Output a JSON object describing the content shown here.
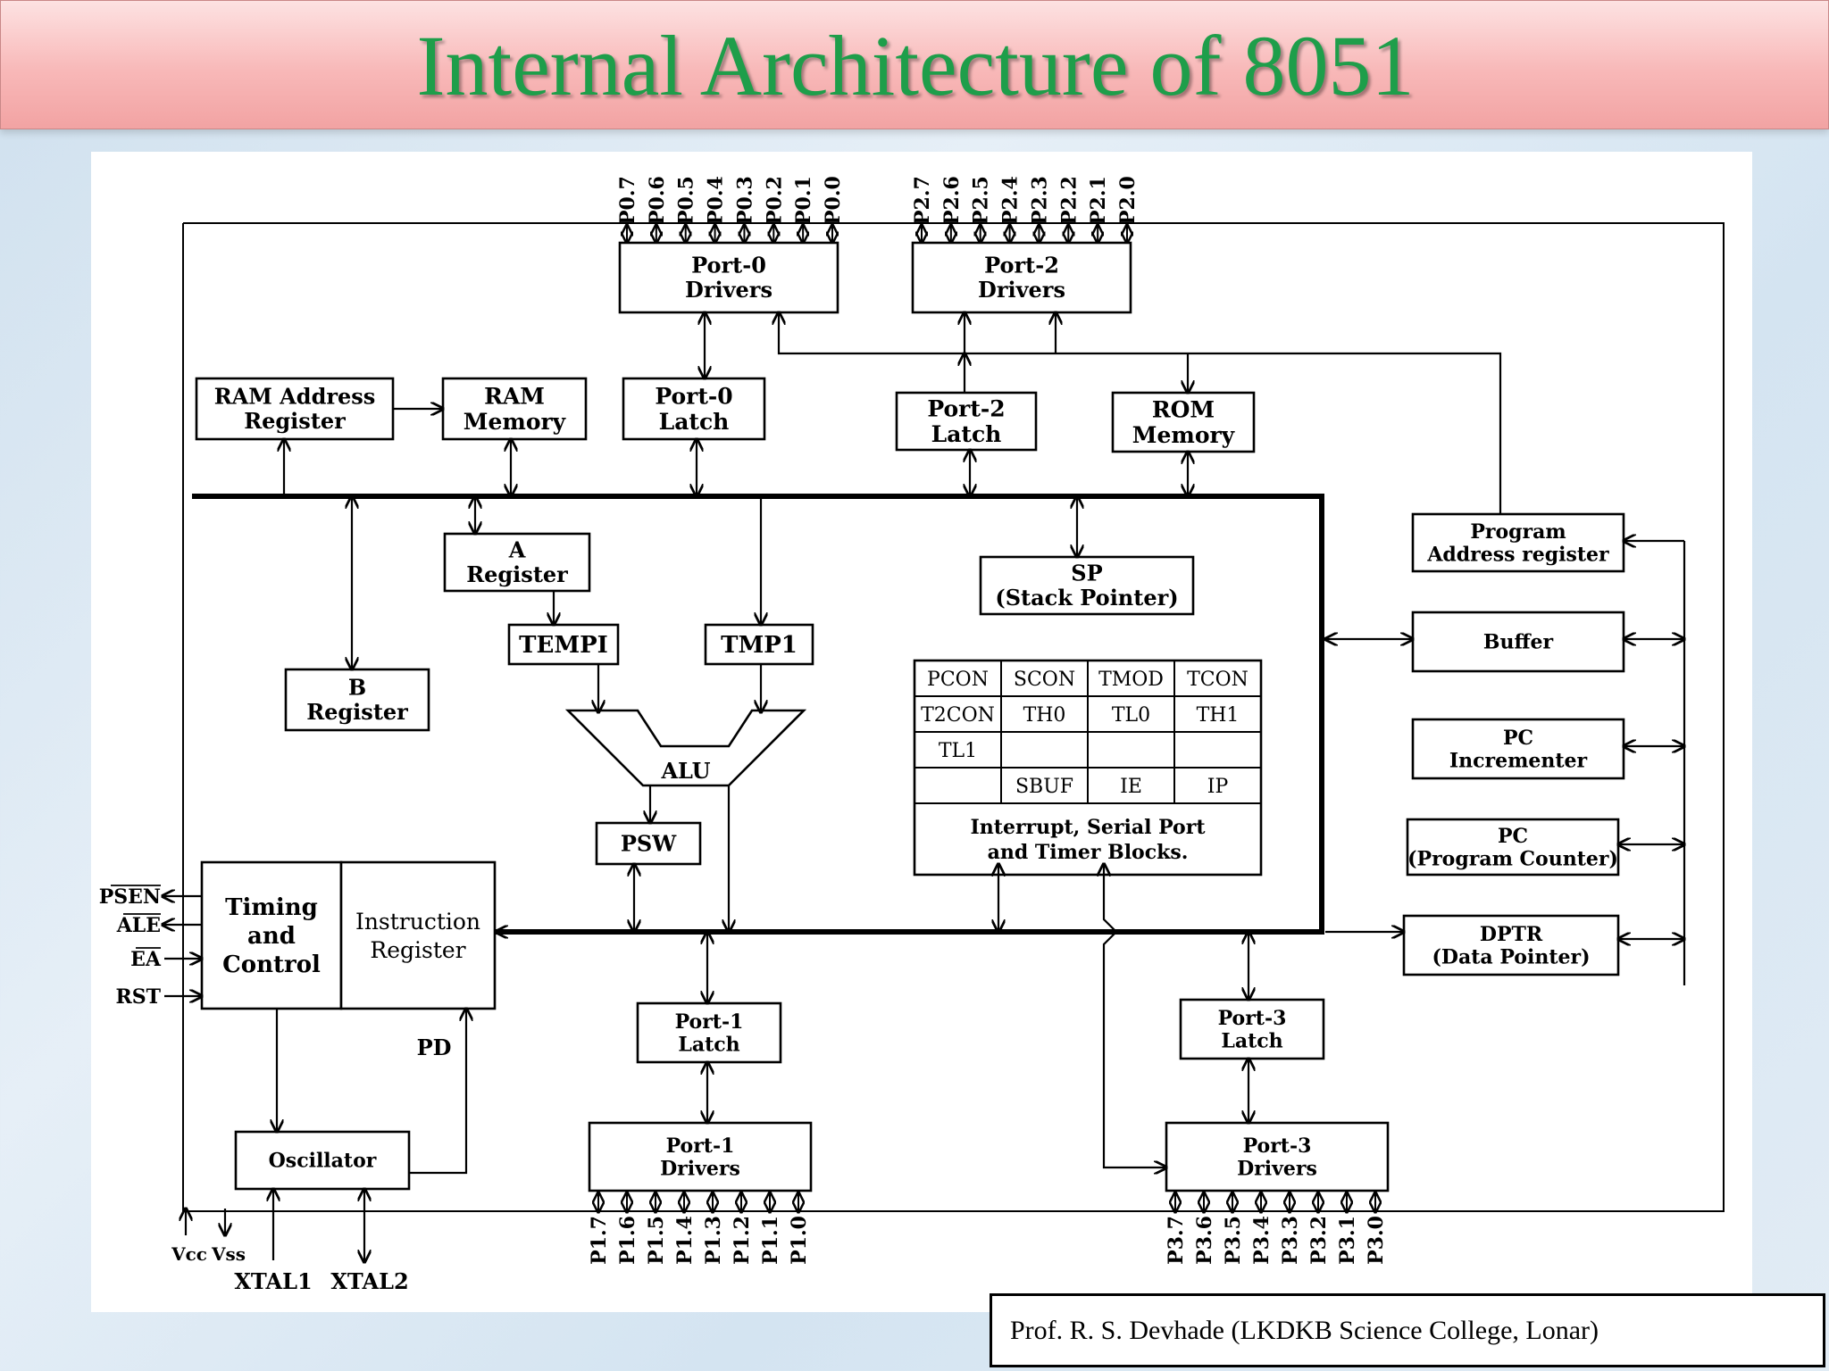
{
  "title": "Internal Architecture of 8051",
  "footer": "Prof. R. S. Devhade  (LKDKB Science College, Lonar)",
  "diagram": {
    "port0_pins": [
      "P0.7",
      "P0.6",
      "P0.5",
      "P0.4",
      "P0.3",
      "P0.2",
      "P0.1",
      "P0.0"
    ],
    "port2_pins": [
      "P2.7",
      "P2.6",
      "P2.5",
      "P2.4",
      "P2.3",
      "P2.2",
      "P2.1",
      "P2.0"
    ],
    "port1_pins": [
      "P1.7",
      "P1.6",
      "P1.5",
      "P1.4",
      "P1.3",
      "P1.2",
      "P1.1",
      "P1.0"
    ],
    "port3_pins": [
      "P3.7",
      "P3.6",
      "P3.5",
      "P3.4",
      "P3.3",
      "P3.2",
      "P3.1",
      "P3.0"
    ],
    "blocks": {
      "port0_drivers": [
        "Port-0",
        "Drivers"
      ],
      "port2_drivers": [
        "Port-2",
        "Drivers"
      ],
      "ram_addr": [
        "RAM Address",
        "Register"
      ],
      "ram_mem": [
        "RAM",
        "Memory"
      ],
      "port0_latch": [
        "Port-0",
        "Latch"
      ],
      "port2_latch": [
        "Port-2",
        "Latch"
      ],
      "rom_mem": [
        "ROM",
        "Memory"
      ],
      "prog_addr": [
        "Program",
        "Address register"
      ],
      "a_reg": [
        "A",
        "Register"
      ],
      "sp": [
        "SP",
        "(Stack Pointer)"
      ],
      "buffer": [
        "Buffer"
      ],
      "b_reg": [
        "B",
        "Register"
      ],
      "temp1": [
        "TEMPI"
      ],
      "tmp1": [
        "TMP1"
      ],
      "alu": [
        "ALU"
      ],
      "pc_inc": [
        "PC",
        "Incrementer"
      ],
      "psw": [
        "PSW"
      ],
      "pc": [
        "PC",
        "(Program Counter)"
      ],
      "timing": [
        "Timing",
        "and",
        "Control"
      ],
      "instr": [
        "Instruction",
        "Register"
      ],
      "dptr": [
        "DPTR",
        "(Data Pointer)"
      ],
      "port1_latch": [
        "Port-1",
        "Latch"
      ],
      "port3_latch": [
        "Port-3",
        "Latch"
      ],
      "oscillator": [
        "Oscillator"
      ],
      "port1_drivers": [
        "Port-1",
        "Drivers"
      ],
      "port3_drivers": [
        "Port-3",
        "Drivers"
      ]
    },
    "sfr_grid": [
      [
        "PCON",
        "SCON",
        "TMOD",
        "TCON"
      ],
      [
        "T2CON",
        "TH0",
        "TL0",
        "TH1"
      ],
      [
        "TL1",
        "",
        "",
        ""
      ],
      [
        "",
        "SBUF",
        "IE",
        "IP"
      ]
    ],
    "sfr_caption": [
      "Interrupt, Serial Port",
      "and Timer Blocks."
    ],
    "control_signals": [
      "PSEN",
      "ALE",
      "EA",
      "RST"
    ],
    "pd_label": "PD",
    "power_labels": [
      "Vcc",
      "Vss"
    ],
    "xtal_labels": [
      "XTAL1",
      "XTAL2"
    ]
  }
}
